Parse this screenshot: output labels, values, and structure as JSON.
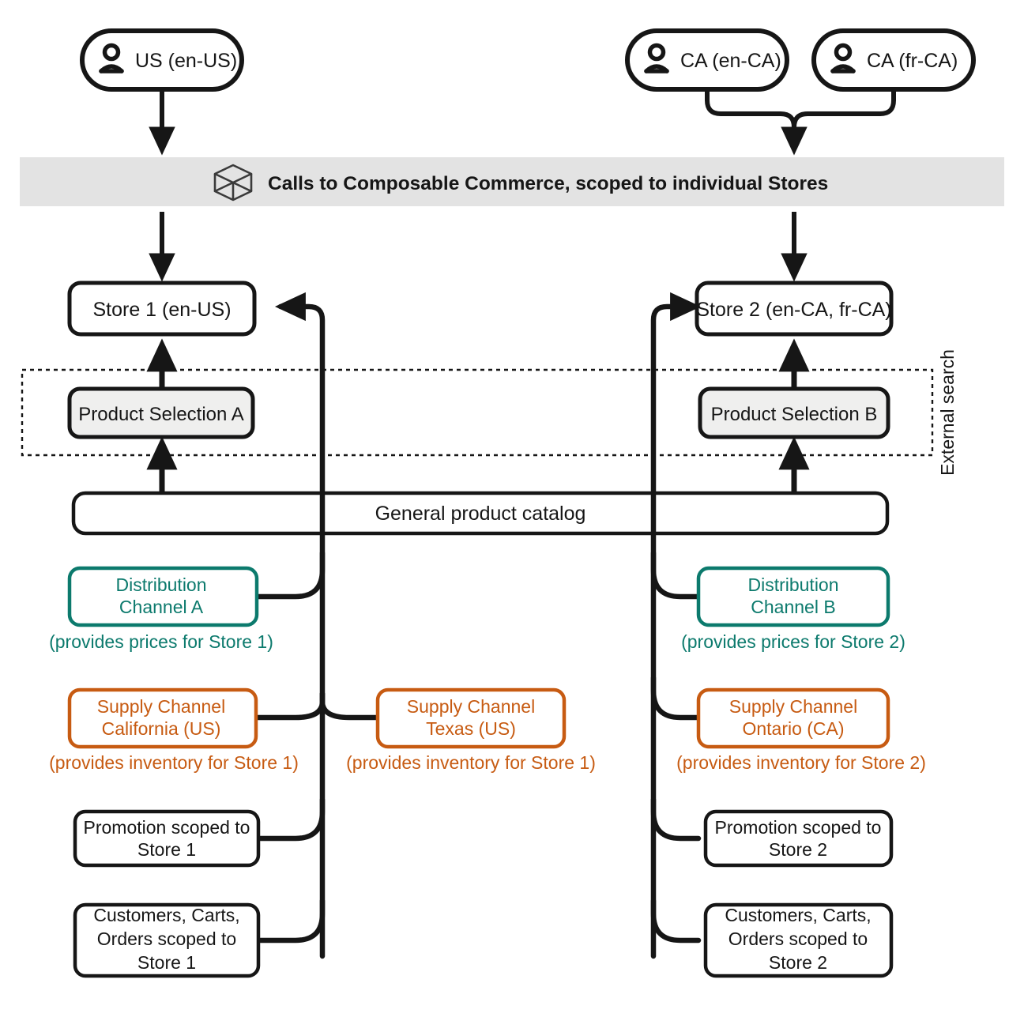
{
  "colors": {
    "ink": "#161616",
    "teal": "#0c7a6d",
    "orange": "#c75b12",
    "banner_bg": "#e3e3e3",
    "selection_bg": "#efefee",
    "white": "#ffffff"
  },
  "channels": {
    "us": {
      "label": "US (en-US)",
      "icon": "person-icon"
    },
    "ca_en": {
      "label": "CA (en-CA)",
      "icon": "person-icon"
    },
    "ca_fr": {
      "label": "CA (fr-CA)",
      "icon": "person-icon"
    }
  },
  "banner": {
    "icon": "cube-icon",
    "text": "Calls to Composable Commerce, scoped to individual Stores"
  },
  "stores": {
    "store1": "Store 1 (en-US)",
    "store2": "Store 2 (en-CA, fr-CA)"
  },
  "product_selections": {
    "a": "Product Selection A",
    "b": "Product Selection B"
  },
  "external_search_label": "External search",
  "catalog": "General product catalog",
  "distribution_channels": {
    "a": {
      "line1": "Distribution",
      "line2": "Channel A",
      "caption": "(provides prices for Store 1)"
    },
    "b": {
      "line1": "Distribution",
      "line2": "Channel B",
      "caption": "(provides prices for Store 2)"
    }
  },
  "supply_channels": {
    "california": {
      "line1": "Supply Channel",
      "line2": "California (US)",
      "caption": "(provides inventory for Store 1)"
    },
    "texas": {
      "line1": "Supply Channel",
      "line2": "Texas (US)",
      "caption": "(provides inventory for Store 1)"
    },
    "ontario": {
      "line1": "Supply Channel",
      "line2": "Ontario (CA)",
      "caption": "(provides inventory for Store 2)"
    }
  },
  "promotions": {
    "store1": {
      "line1": "Promotion scoped to",
      "line2": "Store 1"
    },
    "store2": {
      "line1": "Promotion scoped to",
      "line2": "Store 2"
    }
  },
  "customers": {
    "store1": {
      "line1": "Customers, Carts,",
      "line2": "Orders scoped to",
      "line3": "Store 1"
    },
    "store2": {
      "line1": "Customers, Carts,",
      "line2": "Orders scoped to",
      "line3": "Store 2"
    }
  }
}
